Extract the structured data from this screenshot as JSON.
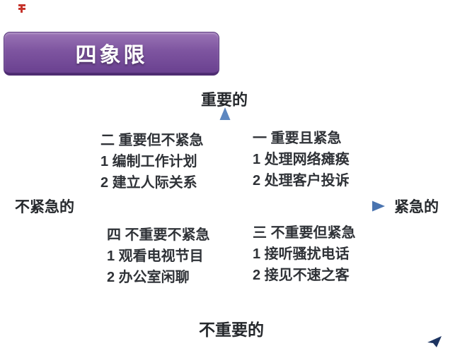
{
  "banner": {
    "title": "四象限",
    "bg_top_color": "#9a74b5",
    "bg_bottom_color": "#6a4190",
    "border_color": "#4e2d72",
    "text_color": "#ffffff"
  },
  "axes": {
    "top_label": "重要的",
    "bottom_label": "不重要的",
    "left_label": "不紧急的",
    "right_label": "紧急的",
    "arrow_color": "#4a74b0",
    "dark_color": "#4a525c"
  },
  "quadrants": [
    {
      "key": "q1",
      "title": "一 重要且紧急",
      "items": [
        "1 处理网络瘫痪",
        "2 处理客户投诉"
      ]
    },
    {
      "key": "q2",
      "title": "二 重要但不紧急",
      "items": [
        "1 编制工作计划",
        "2 建立人际关系"
      ]
    },
    {
      "key": "q3",
      "title": "三 不重要但紧急",
      "items": [
        "1 接听骚扰电话",
        "2 接见不速之客"
      ]
    },
    {
      "key": "q4",
      "title": "四 不重要不紧急",
      "items": [
        "1 观看电视节目",
        "2 办公室闲聊"
      ]
    }
  ],
  "watermarks": {
    "top_left_color": "#c6342c",
    "bottom_right_color": "#1d3461"
  },
  "text_color": "#2f3237"
}
